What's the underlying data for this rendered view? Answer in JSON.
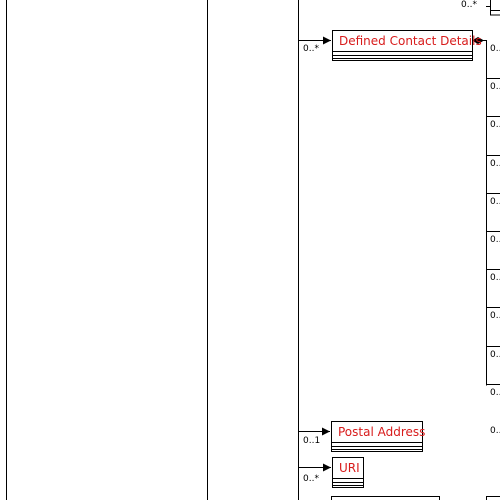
{
  "colors": {
    "line": "#000000",
    "class_name_text": "#d81b1b",
    "background": "#ffffff"
  },
  "classes": {
    "defined_contact_details": {
      "name": "Defined Contact Details"
    },
    "postal_address": {
      "name": "Postal Address"
    },
    "uri": {
      "name": "URI"
    }
  },
  "multiplicities": {
    "top_right": "0..*",
    "defined_contact_details": "0..*",
    "postal_address": "0..1",
    "uri": "0..*",
    "right_column": [
      "0..",
      "0..",
      "0..",
      "0..",
      "0..",
      "0..",
      "0..",
      "0..",
      "0..",
      "0..",
      "0.."
    ]
  }
}
